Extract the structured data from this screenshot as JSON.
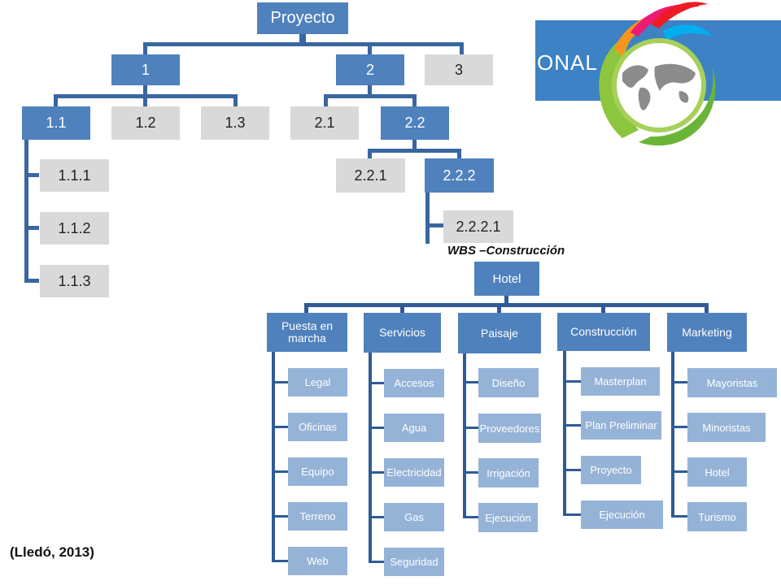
{
  "banner": {
    "text": "ONAL"
  },
  "top_wbs": {
    "root": "Proyecto",
    "level1": [
      "1",
      "2",
      "3"
    ],
    "level2_a": [
      "1.1",
      "1.2",
      "1.3"
    ],
    "level2_b": [
      "2.1",
      "2.2"
    ],
    "level3_a": [
      "1.1.1",
      "1.1.2",
      "1.1.3"
    ],
    "level3_b": [
      "2.2.1",
      "2.2.2"
    ],
    "level4": [
      "2.2.2.1"
    ]
  },
  "hotel_wbs": {
    "title": "WBS –Construcción",
    "root": "Hotel",
    "branches": [
      {
        "label": "Puesta en marcha",
        "items": [
          "Legal",
          "Oficinas",
          "Equipo",
          "Terreno",
          "Web"
        ]
      },
      {
        "label": "Servicios",
        "items": [
          "Accesos",
          "Agua",
          "Electricidad",
          "Gas",
          "Seguridad"
        ]
      },
      {
        "label": "Paisaje",
        "items": [
          "Diseño",
          "Proveedores",
          "Irrigación",
          "Ejecución"
        ]
      },
      {
        "label": "Construcción",
        "items": [
          "Masterplan",
          "Plan Preliminar",
          "Proyecto",
          "Ejecución"
        ]
      },
      {
        "label": "Marketing",
        "items": [
          "Mayoristas",
          "Minoristas",
          "Hotel",
          "Turismo"
        ]
      }
    ]
  },
  "citation": "(Lledó, 2013)",
  "colors": {
    "dark_box": "#4f81bd",
    "gray_box": "#d9d9d9",
    "light_box": "#95b3d7",
    "connector": "#3a66a0"
  }
}
